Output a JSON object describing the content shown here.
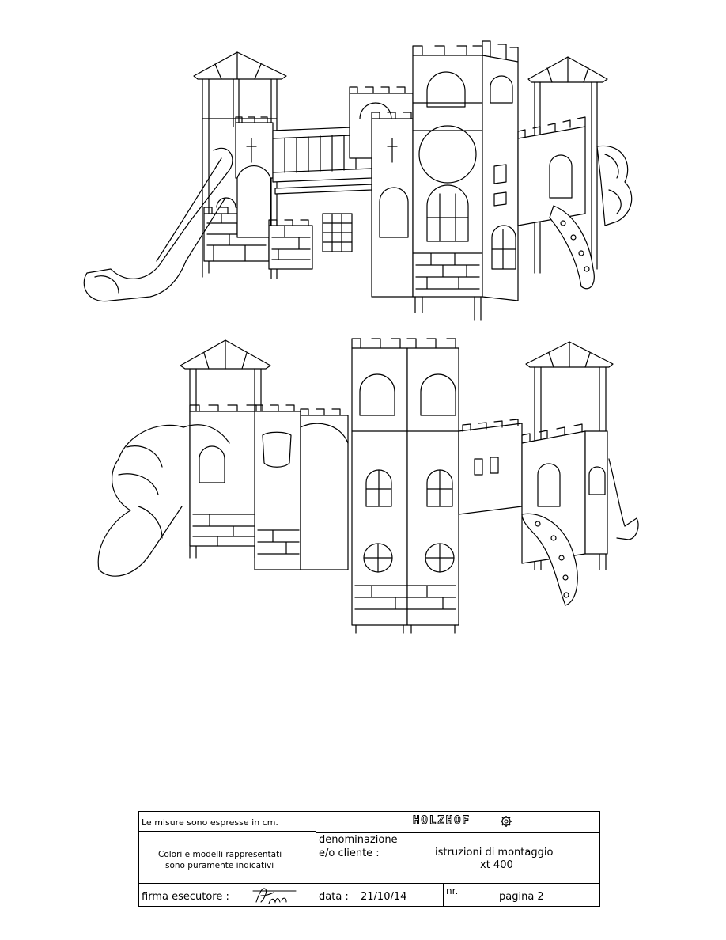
{
  "title_block": {
    "measure_note": "Le misure sono espresse in cm.",
    "brand": "HOLZHOF",
    "disclaimer_line1": "Colori e modelli rappresentati",
    "disclaimer_line2": "sono puramente indicativi",
    "designation_label_line1": "denominazione",
    "designation_label_line2": "e/o cliente :",
    "designation_value_line1": "istruzioni di montaggio",
    "designation_value_line2": "xt 400",
    "signature_label": "firma esecutore :",
    "date_label": "data :",
    "date_value": "21/10/14",
    "number_label": "nr.",
    "page_label": "pagina 2"
  },
  "icons": [
    "gear-icon",
    "signature-mark"
  ]
}
